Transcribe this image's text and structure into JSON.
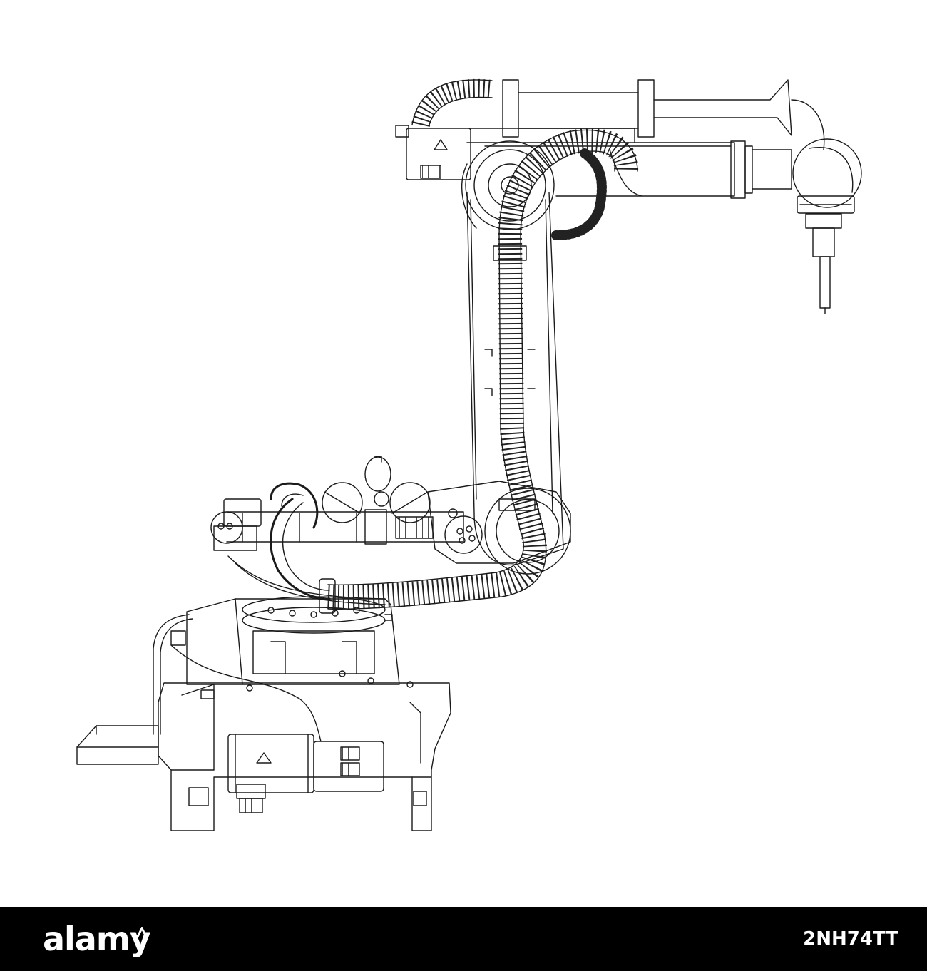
{
  "stock_footer": {
    "brand": "alamy",
    "image_id": "2NH74TT",
    "background_color": "#000000",
    "text_color": "#ffffff"
  },
  "illustration": {
    "icon": "robot-arm-wireframe",
    "line_color": "#1a1a1a",
    "background_color": "#ffffff"
  }
}
